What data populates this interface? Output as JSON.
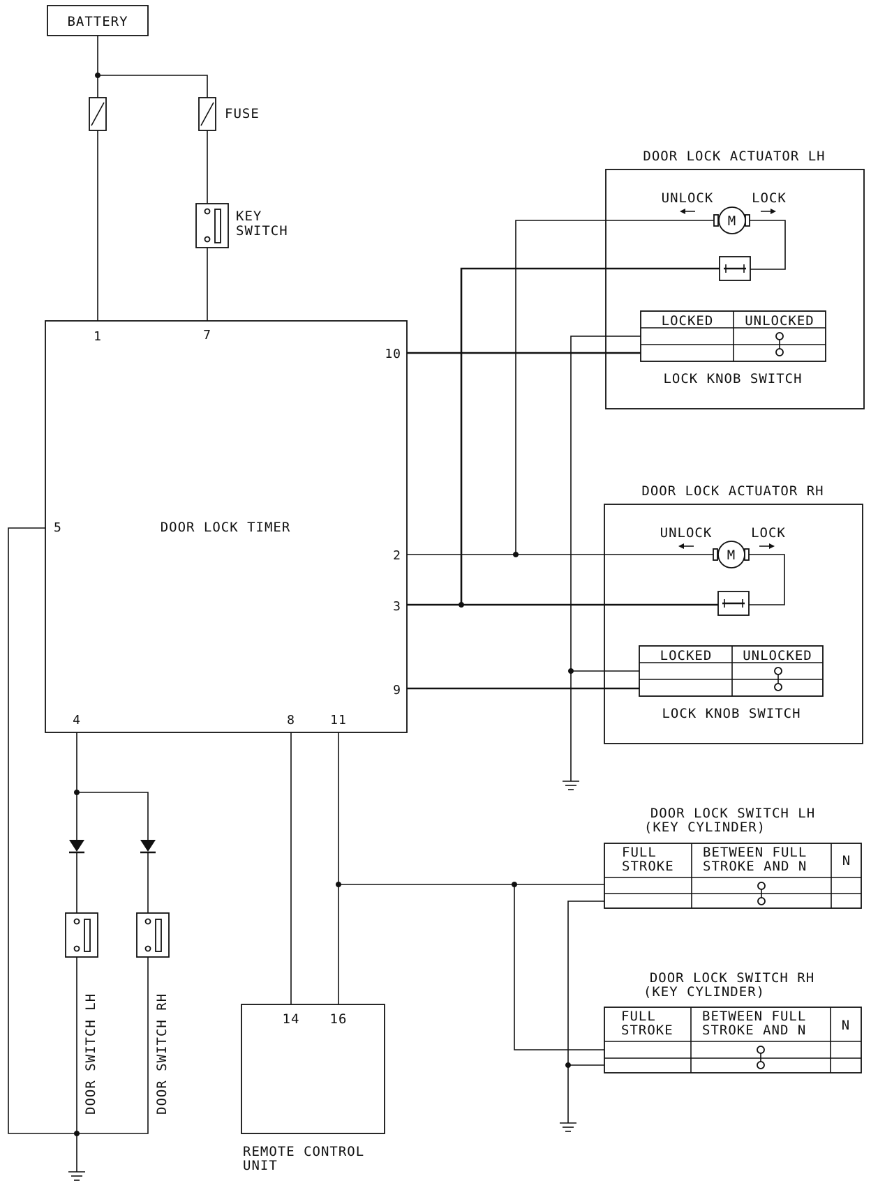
{
  "battery": {
    "label": "BATTERY"
  },
  "fuse": {
    "label": "FUSE"
  },
  "key_switch": {
    "line1": "KEY",
    "line2": "SWITCH"
  },
  "timer": {
    "label": "DOOR LOCK TIMER",
    "pins": {
      "p1": "1",
      "p7": "7",
      "p10": "10",
      "p5": "5",
      "p2": "2",
      "p3": "3",
      "p9": "9",
      "p4": "4",
      "p8": "8",
      "p11": "11"
    }
  },
  "actuator_lh": {
    "title": "DOOR LOCK ACTUATOR LH",
    "unlock": "UNLOCK",
    "lock": "LOCK",
    "motor": "M",
    "knob_locked": "LOCKED",
    "knob_unlocked": "UNLOCKED",
    "knob_switch": "LOCK KNOB SWITCH"
  },
  "actuator_rh": {
    "title": "DOOR LOCK ACTUATOR RH",
    "unlock": "UNLOCK",
    "lock": "LOCK",
    "motor": "M",
    "knob_locked": "LOCKED",
    "knob_unlocked": "UNLOCKED",
    "knob_switch": "LOCK KNOB SWITCH"
  },
  "lock_switch_lh": {
    "title1": "DOOR LOCK SWITCH LH",
    "title2": "(KEY CYLINDER)",
    "col1_l1": "FULL",
    "col1_l2": "STROKE",
    "col2_l1": "BETWEEN FULL",
    "col2_l2": "STROKE AND N",
    "col3": "N"
  },
  "lock_switch_rh": {
    "title1": "DOOR LOCK SWITCH RH",
    "title2": "(KEY CYLINDER)",
    "col1_l1": "FULL",
    "col1_l2": "STROKE",
    "col2_l1": "BETWEEN FULL",
    "col2_l2": "STROKE AND N",
    "col3": "N"
  },
  "door_switch_lh": {
    "label": "DOOR SWITCH LH"
  },
  "door_switch_rh": {
    "label": "DOOR SWITCH RH"
  },
  "remote": {
    "line1": "REMOTE CONTROL",
    "line2": "UNIT",
    "pin14": "14",
    "pin16": "16"
  }
}
